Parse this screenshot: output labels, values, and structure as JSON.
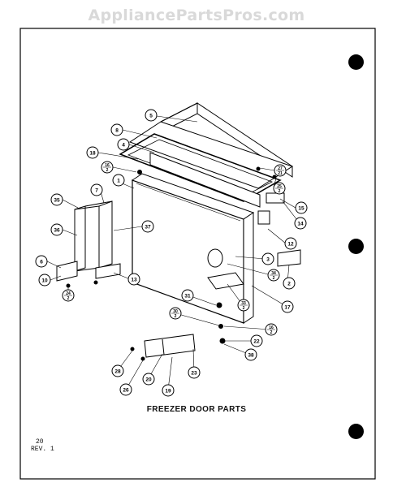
{
  "header": {
    "watermark": "AppliancePartsPros.com"
  },
  "diagram": {
    "title": "FREEZER DOOR PARTS",
    "page_number": "20",
    "revision": "REV. 1",
    "callouts": [
      {
        "id": "c5",
        "text": "5"
      },
      {
        "id": "c8",
        "text": "8"
      },
      {
        "id": "c4",
        "text": "4"
      },
      {
        "id": "c18",
        "text": "18"
      },
      {
        "id": "c16a",
        "text": "16",
        "sub": "2"
      },
      {
        "id": "c1",
        "text": "1"
      },
      {
        "id": "c35",
        "text": "35"
      },
      {
        "id": "c7",
        "text": "7"
      },
      {
        "id": "c37",
        "text": "37"
      },
      {
        "id": "c36",
        "text": "36"
      },
      {
        "id": "c6",
        "text": "6"
      },
      {
        "id": "c10",
        "text": "10"
      },
      {
        "id": "c24",
        "text": "24",
        "sub": "2"
      },
      {
        "id": "c13",
        "text": "13"
      },
      {
        "id": "c27",
        "text": "27",
        "sub": "21"
      },
      {
        "id": "c25",
        "text": "25",
        "sub": "2"
      },
      {
        "id": "c15",
        "text": "15"
      },
      {
        "id": "c14",
        "text": "14"
      },
      {
        "id": "c12",
        "text": "12"
      },
      {
        "id": "c3",
        "text": "3"
      },
      {
        "id": "c34",
        "text": "34",
        "sub": "2"
      },
      {
        "id": "c2",
        "text": "2"
      },
      {
        "id": "c17",
        "text": "17"
      },
      {
        "id": "c33",
        "text": "33",
        "sub": "2"
      },
      {
        "id": "c31",
        "text": "31"
      },
      {
        "id": "c30",
        "text": "30",
        "sub": "2"
      },
      {
        "id": "c16b",
        "text": "16",
        "sub": "2"
      },
      {
        "id": "c22",
        "text": "22"
      },
      {
        "id": "c38",
        "text": "38"
      },
      {
        "id": "c28",
        "text": "28"
      },
      {
        "id": "c26",
        "text": "26"
      },
      {
        "id": "c20",
        "text": "20"
      },
      {
        "id": "c19",
        "text": "19"
      },
      {
        "id": "c23",
        "text": "23"
      }
    ]
  }
}
